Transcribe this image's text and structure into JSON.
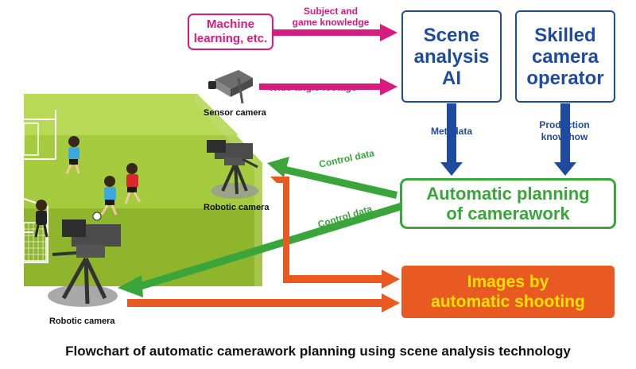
{
  "boxes": {
    "ml": "Machine\nlearning, etc.",
    "scene_ai": "Scene\nanalysis\nAI",
    "skilled": "Skilled\ncamera\noperator",
    "planning": "Automatic planning\nof camerawork",
    "images": "Images by\nautomatic shooting"
  },
  "labels": {
    "subject_knowledge": "Subject and\ngame knowledge",
    "wide_angle": "Wide-angle footage",
    "metadata": "Metadata",
    "production": "Production\nknow-how",
    "control_1": "Control data",
    "control_2": "Control data",
    "sensor_camera": "Sensor camera",
    "robotic_camera_1": "Robotic camera",
    "robotic_camera_2": "Robotic camera"
  },
  "caption": "Flowchart of automatic camerawork planning using scene analysis technology",
  "colors": {
    "pink": "#d81b7f",
    "blue": "#1e4aa0",
    "green": "#3aa53a",
    "orange": "#e85a21",
    "yellow": "#ffe200",
    "field": "#9bc83a"
  }
}
